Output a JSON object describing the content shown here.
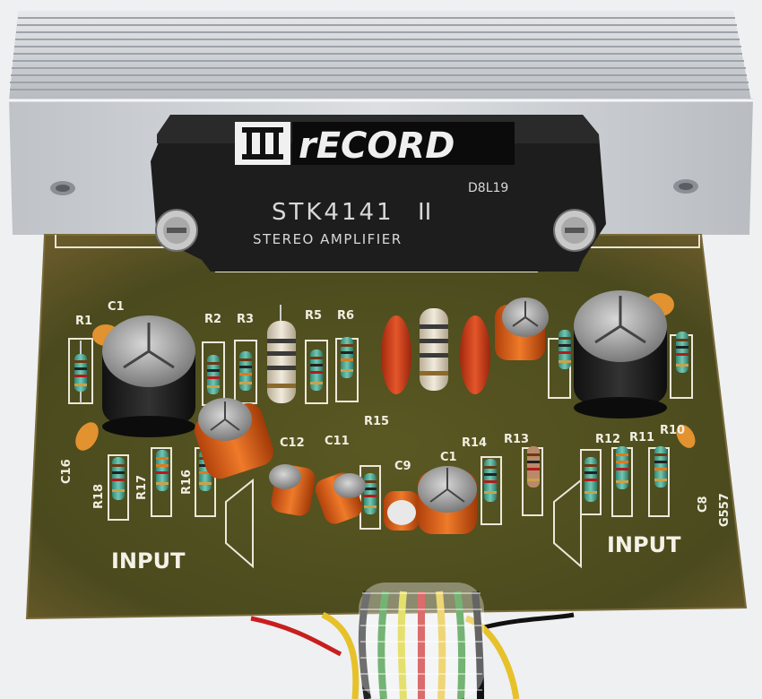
{
  "chip": {
    "brand": "rECORD",
    "code": "D8L19",
    "model": "STK4141",
    "model_suffix": "II",
    "subtitle": "STEREO AMPLIFIER"
  },
  "board": {
    "input_left": "INPUT",
    "input_right": "INPUT",
    "code": "G557"
  },
  "labels": {
    "r1": "R1",
    "c1": "C1",
    "r2": "R2",
    "r3": "R3",
    "r5": "R5",
    "r6": "R6",
    "c16": "C16",
    "r18": "R18",
    "r17": "R17",
    "r16": "R16",
    "c12": "C12",
    "c11": "C11",
    "r15": "R15",
    "c9": "C9",
    "c1b": "C1",
    "r14": "R14",
    "r13": "R13",
    "r12": "R12",
    "r11": "R11",
    "r10": "R10",
    "c8": "C8"
  },
  "colors": {
    "board": "#4b4a1f",
    "heatsink": "#c9ccd0",
    "chip": "#1b1b1b",
    "silkscreen": "#f4f1e6"
  }
}
